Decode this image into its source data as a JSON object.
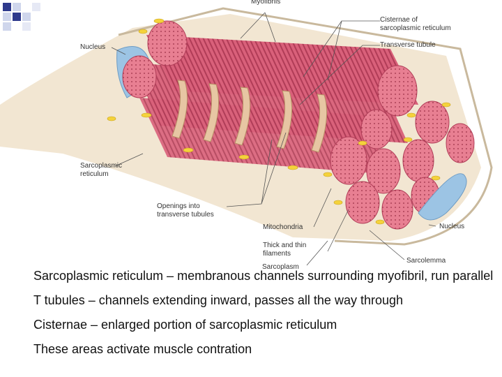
{
  "figure": {
    "labels": {
      "myofibrils": "Myofibrils",
      "cisternae": "Cisternae of\nsarcoplasmic reticulum",
      "transverse_tubule": "Transverse tubule",
      "nucleus_left": "Nucleus",
      "sr_left": "Sarcoplasmic\nreticulum",
      "openings": "Openings into\ntransverse tubules",
      "mitochondria": "Mitochondria",
      "filaments": "Thick and thin\nfilaments",
      "nucleus_right": "Nucleus",
      "sarcolemma": "Sarcolemma",
      "sarcoplasm": "Sarcoplasm"
    },
    "colors": {
      "myofibril": "#d9607a",
      "myofibril_dark": "#b03c57",
      "myofibril_end": "#e87f92",
      "sr": "#e7c6a3",
      "nucleus": "#9cc4e4",
      "mitochondria": "#f4d23c",
      "sarcoplasm": "#f2e6d2",
      "accent_square": "#2e3a8c"
    }
  },
  "bullets": [
    "Sarcoplasmic reticulum – membranous channels surrounding myofibril, run parallel",
    "T tubules – channels extending inward, passes all the way through",
    "Cisternae – enlarged portion of sarcoplasmic reticulum",
    "These areas activate muscle contration"
  ]
}
